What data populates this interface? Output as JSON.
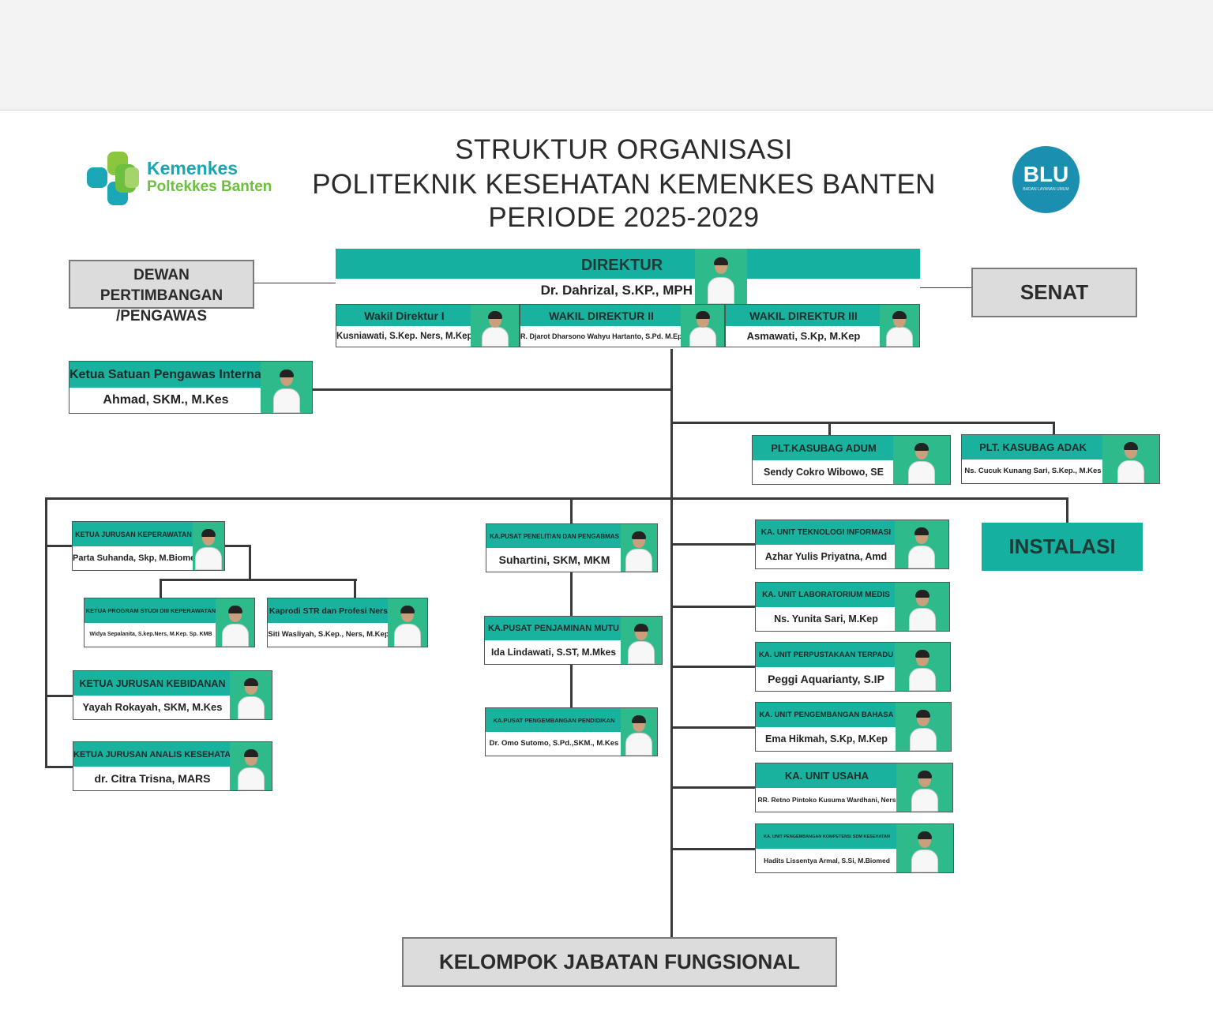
{
  "header": {
    "line1": "STRUKTUR ORGANISASI",
    "line2": "POLITEKNIK KESEHATAN KEMENKES BANTEN",
    "line3": "PERIODE 2025-2029"
  },
  "logo_left": {
    "name": "Kemenkes",
    "sub": "Poltekkes Banten"
  },
  "logo_right": {
    "name": "BLU",
    "sub": "BADAN LAYANAN UMUM"
  },
  "side_boxes": {
    "dewan": "DEWAN PERTIMBANGAN /PENGAWAS",
    "senat": "SENAT",
    "instalasi": "INSTALASI",
    "kelompok": "KELOMPOK JABATAN FUNGSIONAL"
  },
  "direktur": {
    "title": "DIREKTUR",
    "name": "Dr. Dahrizal, S.KP., MPH"
  },
  "wakil": [
    {
      "title": "Wakil Direktur I",
      "name": "Kusniawati, S.Kep. Ners, M.Kep"
    },
    {
      "title": "WAKIL DIREKTUR II",
      "name": "R. Djarot Dharsono Wahyu Hartanto, S.Pd. M.Epid"
    },
    {
      "title": "WAKIL DIREKTUR III",
      "name": "Asmawati, S.Kp, M.Kep"
    }
  ],
  "spi": {
    "title": "Ketua Satuan Pengawas Internal",
    "name": "Ahmad, SKM., M.Kes"
  },
  "kasubag": [
    {
      "title": "PLT.KASUBAG ADUM",
      "name": "Sendy Cokro Wibowo, SE"
    },
    {
      "title": "PLT. KASUBAG ADAK",
      "name": "Ns. Cucuk Kunang Sari, S.Kep., M.Kes"
    }
  ],
  "jurusan": {
    "keperawatan": {
      "title": "KETUA JURUSAN KEPERAWATAN",
      "name": "Parta Suhanda, Skp, M.Biomed"
    },
    "prodi_d3": {
      "title": "KETUA PROGRAM STUDI DIII KEPERAWATAN",
      "name": "Widya Sepalanita, S.kep.Ners, M.Kep. Sp. KMB"
    },
    "prodi_str": {
      "title": "Kaprodi STR dan Profesi Ners",
      "name": "Siti Wasliyah, S.Kep., Ners, M.Kep"
    },
    "kebidanan": {
      "title": "KETUA JURUSAN KEBIDANAN",
      "name": "Yayah Rokayah, SKM, M.Kes"
    },
    "analis": {
      "title": "KETUA JURUSAN ANALIS KESEHATAN",
      "name": "dr. Citra Trisna, MARS"
    }
  },
  "pusat": [
    {
      "title": "KA.PUSAT PENELITIAN DAN PENGABMAS",
      "name": "Suhartini, SKM, MKM"
    },
    {
      "title": "KA.PUSAT PENJAMINAN MUTU",
      "name": "Ida Lindawati, S.ST, M.Mkes"
    },
    {
      "title": "KA.PUSAT PENGEMBANGAN PENDIDIKAN",
      "name": "Dr. Omo Sutomo, S.Pd.,SKM., M.Kes"
    }
  ],
  "unit": [
    {
      "title": "KA. UNIT TEKNOLOGI INFORMASI",
      "name": "Azhar Yulis Priyatna, Amd"
    },
    {
      "title": "KA. UNIT LABORATORIUM MEDIS",
      "name": "Ns. Yunita Sari, M.Kep"
    },
    {
      "title": "KA. UNIT PERPUSTAKAAN TERPADU",
      "name": "Peggi Aquarianty, S.IP"
    },
    {
      "title": "KA. UNIT PENGEMBANGAN BAHASA",
      "name": "Ema Hikmah, S.Kp, M.Kep"
    },
    {
      "title": "KA. UNIT USAHA",
      "name": "RR. Retno Pintoko Kusuma Wardhani, Ners"
    },
    {
      "title": "KA. UNIT PENGEMBANGAN KOMPETENSI SDM KESEHATAN",
      "name": "Hadits Lissentya Armal, S.Si, M.Biomed"
    }
  ]
}
